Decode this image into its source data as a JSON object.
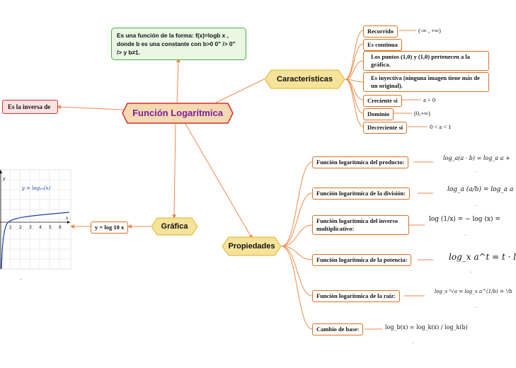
{
  "center": {
    "title": "Función Logarítmica"
  },
  "definition": {
    "text": "Es una función de la forma: f(x)=logb x , donde  b es una constante con b>0 0\" /> 0\" /> y  b≠1."
  },
  "inverse": {
    "label": "Es la inversa de"
  },
  "caracteristicas": {
    "title": "Características",
    "items": [
      {
        "label": "Recorrido",
        "value": "(-∞ , +∞)"
      },
      {
        "label": "Es continua",
        "value": ""
      },
      {
        "label": "Los puntos (1,0) y (1,0) pertenecen a la gráfica.",
        "value": ""
      },
      {
        "label": "Es inyectiva (ninguna imagen tiene más de un original).",
        "value": ""
      },
      {
        "label": "Creciente si",
        "value": "a > 0"
      },
      {
        "label": "Dominio",
        "value": "(0,+∞)"
      },
      {
        "label": "Decreciente si",
        "value": "0 < a < 1"
      }
    ]
  },
  "grafica": {
    "title": "Gráfica",
    "equation": "y = log 10 x",
    "plot_label": "y = log₁₀(x)",
    "axis_x": "x",
    "axis_y": "y",
    "ticks": [
      "1",
      "2",
      "3",
      "4",
      "5",
      "6"
    ],
    "caption": "."
  },
  "propiedades": {
    "title": "Propiedades",
    "items": [
      {
        "label": "Función logarítmica del producto:",
        "formula": "log_a(a · b) = log_a a +",
        "dot": "."
      },
      {
        "label": "Función logarítmica de la división:",
        "formula": "log_a (a/b) = log_a a",
        "dot": "."
      },
      {
        "label": "Función logarítmica del inverso multiplicativo:",
        "formula": "log (1/x) = − log (x) =",
        "dot": "."
      },
      {
        "label": "Función logarítmica de la potencia:",
        "formula": "log_x a^t = t · l",
        "dot": "."
      },
      {
        "label": "Función logarítmica de la raíz:",
        "formula": "log_x ᵇ√a = log_x a^(1/b) = ¹/b",
        "dot": "."
      },
      {
        "label": "Cambio de base:",
        "formula": "log_b(x) = log_k(x) / log_k(b)",
        "dot": "."
      }
    ]
  },
  "colors": {
    "accent": "#e07020",
    "center_fill": "#f5d9b0",
    "center_border": "#d32f2f",
    "hex_fill": "#f5e39a",
    "curve": "#1a3fb0"
  }
}
